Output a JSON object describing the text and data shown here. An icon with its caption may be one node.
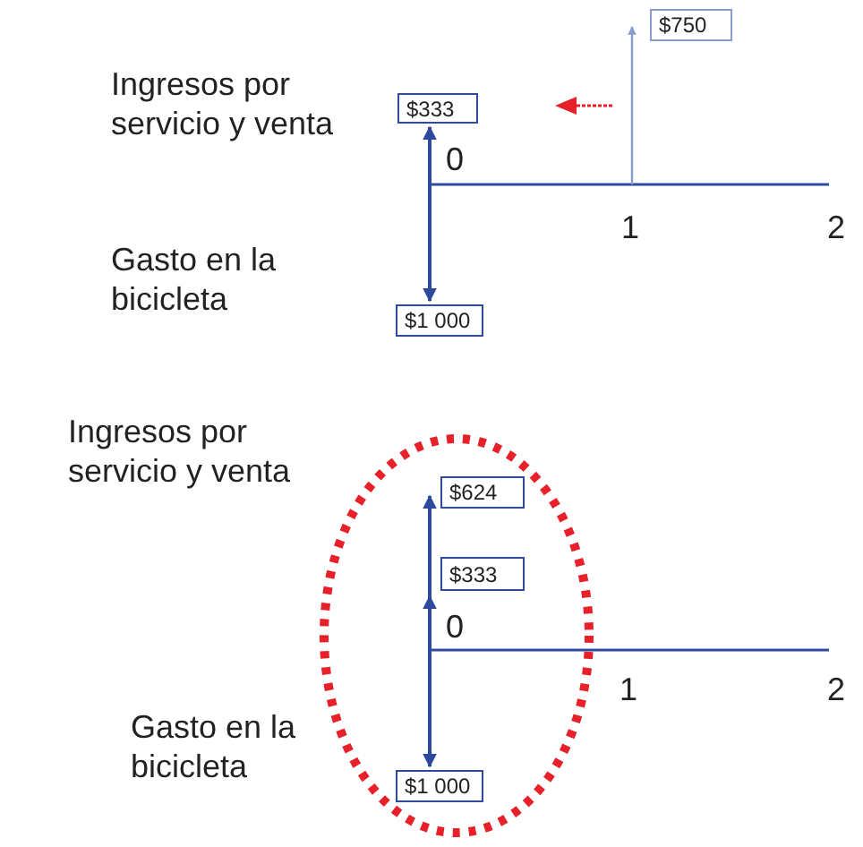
{
  "diagram": {
    "nodes": [
      {
        "text": [
          "$750"
        ]
      },
      {
        "text": [
          "$333"
        ]
      },
      {
        "text": [
          "$1 000"
        ]
      },
      {
        "text": [
          "$624"
        ]
      },
      {
        "text": [
          "$333"
        ]
      },
      {
        "text": [
          "$1 000"
        ]
      }
    ],
    "edges": [
      {
        "from": null,
        "to": 0,
        "arrow": "to",
        "color": "#8a9ccf"
      },
      {
        "from": null,
        "to": 1,
        "arrow": "to"
      },
      {
        "from": null,
        "to": 2,
        "arrow": "to"
      },
      {
        "from": null,
        "to": 3,
        "arrow": "to"
      },
      {
        "from": null,
        "to": 4,
        "arrow": "to"
      },
      {
        "from": null,
        "to": 5,
        "arrow": "to"
      }
    ],
    "labels": [
      "Ingresos por servicio y venta",
      "0",
      "1",
      "2",
      "Gasto en la bicicleta",
      "Ingresos por servicio y venta",
      "0",
      "1",
      "2",
      "Gasto en la bicicleta"
    ]
  }
}
